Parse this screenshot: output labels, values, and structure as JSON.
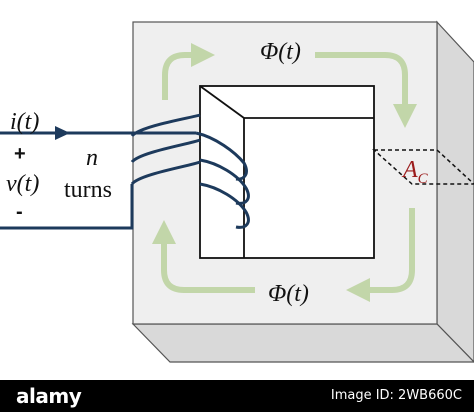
{
  "diagram": {
    "flux_top": "Φ(t)",
    "flux_bottom": "Φ(t)",
    "current": "i(t)",
    "voltage": "v(t)",
    "plus": "+",
    "minus": "-",
    "turns_n": "n",
    "turns_word": "turns",
    "area_label": "A",
    "area_subscript": "C"
  },
  "colors": {
    "wire": "#1d3a5c",
    "flux_arrow": "#c2d6a9",
    "core_face": "#efefef",
    "core_side": "#d9d9d9",
    "area_label": "#9b1c1c"
  },
  "footer": {
    "brand": "alamy",
    "image_id": "Image ID: 2WB660C"
  }
}
